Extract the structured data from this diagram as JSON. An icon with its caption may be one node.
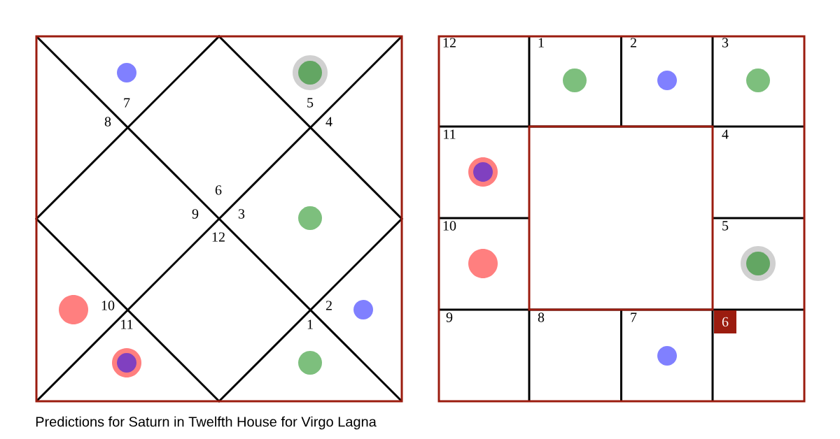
{
  "diagram": {
    "caption": "Predictions for Saturn in Twelfth House for Virgo Lagna",
    "labels": [
      "7",
      "5",
      "8",
      "4",
      "6",
      "9",
      "3",
      "12",
      "10",
      "2",
      "11",
      "1",
      "12",
      "1",
      "2",
      "3",
      "11",
      "4",
      "10",
      "5",
      "9",
      "8",
      "7",
      "6"
    ]
  }
}
